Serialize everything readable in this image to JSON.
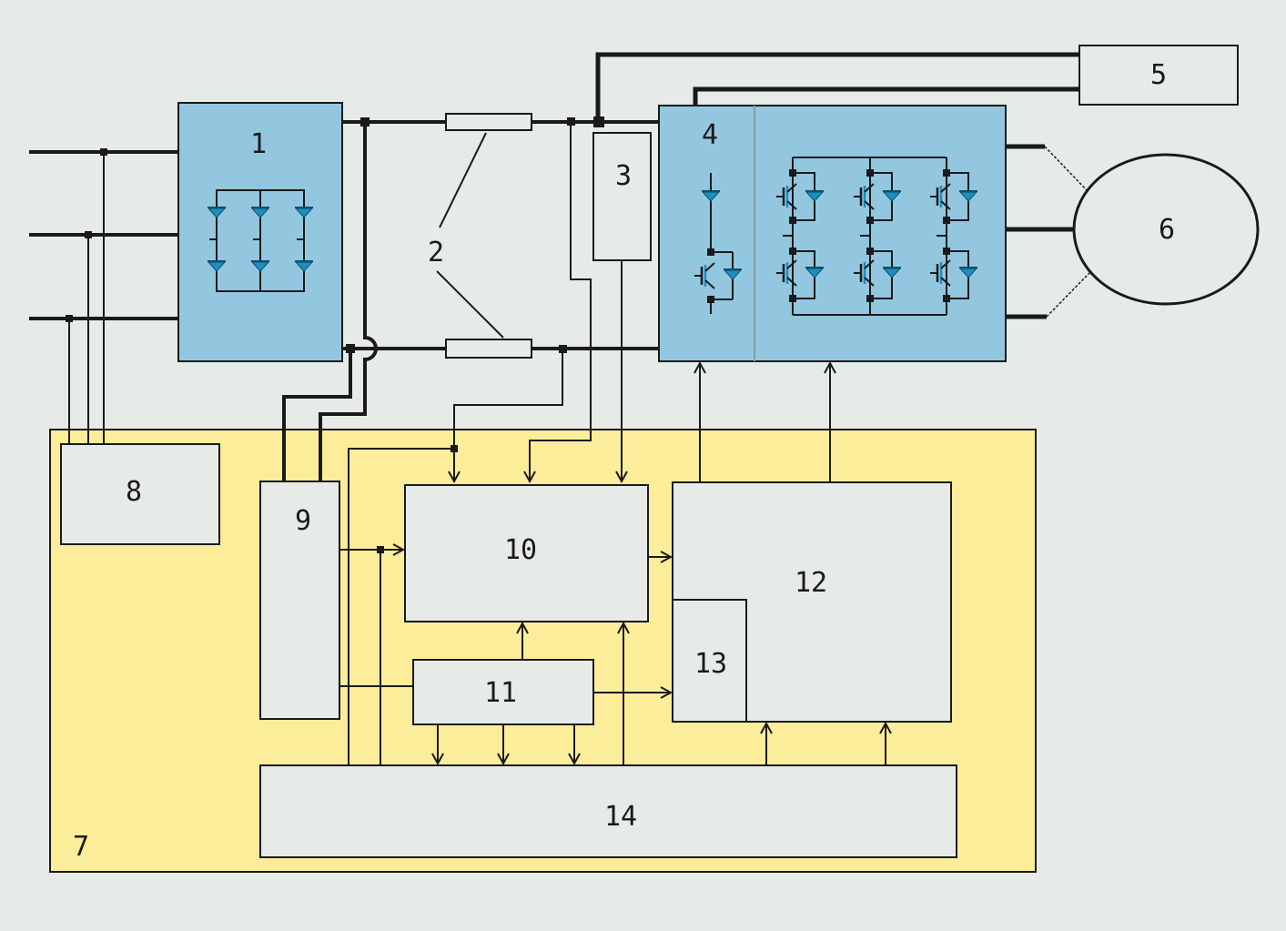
{
  "colors": {
    "background": "#e7ebe8",
    "blue_block": "#93c7e0",
    "yellow_panel": "#fbed9a",
    "grey_block": "#e7ebe8",
    "line": "#1a1a1a",
    "device_symbol": "#1a8fc0"
  },
  "labels": {
    "b1": "1",
    "b2": "2",
    "b3": "3",
    "b4": "4",
    "b5": "5",
    "b6": "6",
    "b7": "7",
    "b8": "8",
    "b9": "9",
    "b10": "10",
    "b11": "11",
    "b12": "12",
    "b13": "13",
    "b14": "14"
  }
}
